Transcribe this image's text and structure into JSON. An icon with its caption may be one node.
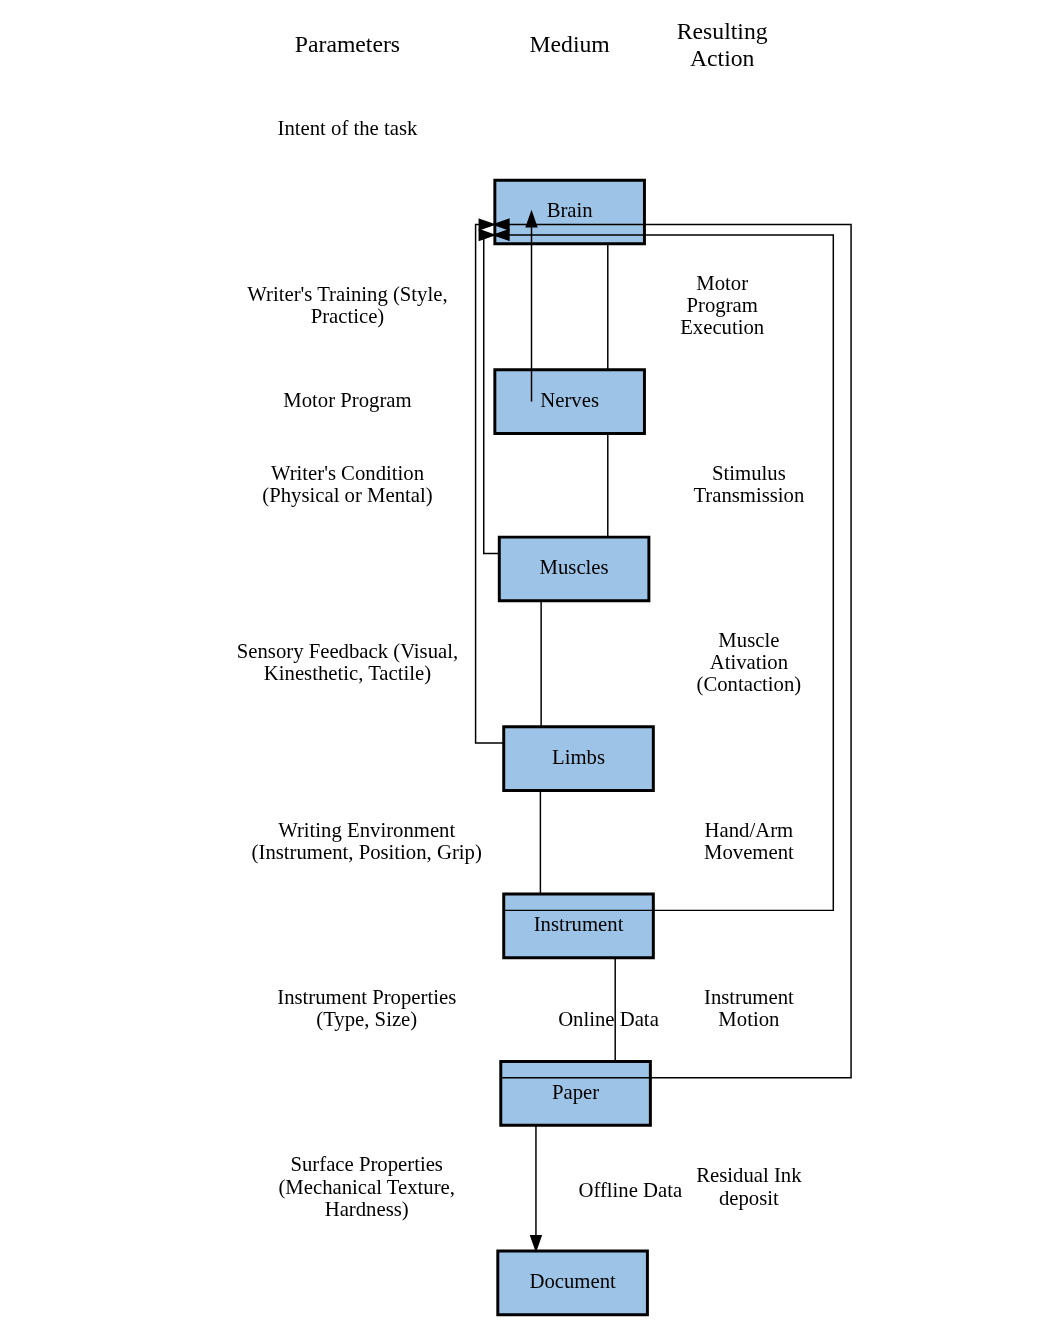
{
  "diagram": {
    "nodes": [
      {
        "text": [
          "Brain"
        ]
      },
      {
        "text": [
          "Nerves"
        ]
      },
      {
        "text": [
          "Muscles"
        ]
      },
      {
        "text": [
          "Limbs"
        ]
      },
      {
        "text": [
          "Instrument"
        ]
      },
      {
        "text": [
          "Paper"
        ]
      },
      {
        "text": [
          "Document"
        ]
      }
    ],
    "edges": [
      {
        "from": 0,
        "to": 1,
        "arrow": "none"
      },
      {
        "from": 1,
        "to": 2,
        "arrow": "none"
      },
      {
        "from": 2,
        "to": 3,
        "arrow": "none"
      },
      {
        "from": 3,
        "to": 4,
        "arrow": "none"
      },
      {
        "from": 4,
        "to": 5,
        "arrow": "none",
        "label": "Online Data"
      },
      {
        "from": 5,
        "to": 6,
        "arrow": "to",
        "label": "Offline Data"
      },
      {
        "from": 5,
        "to": 0,
        "arrow": "to"
      },
      {
        "from": 4,
        "to": 0,
        "arrow": "to"
      },
      {
        "from": 3,
        "to": 0,
        "arrow": "to"
      },
      {
        "from": 2,
        "to": 0,
        "arrow": "to"
      },
      {
        "from": 1,
        "to": 0,
        "arrow": "to"
      }
    ],
    "labels": [
      "Parameters",
      "Medium",
      "Resulting Action",
      "Intent of the task",
      "Writer's Training (Style, Practice)",
      "Motor Program Execution",
      "Motor Program",
      "Writer's Condition (Physical or Mental)",
      "Stimulus Transmission",
      "Sensory Feedback (Visual, Kinesthetic, Tactile)",
      "Muscle Ativation (Contaction)",
      "Writing Environment (Instrument, Position, Grip)",
      "Hand/Arm Movement",
      "Instrument Properties (Type, Size)",
      "Instrument Motion",
      "Surface Properties (Mechanical Texture, Hardness)",
      "Residual Ink deposit"
    ]
  }
}
